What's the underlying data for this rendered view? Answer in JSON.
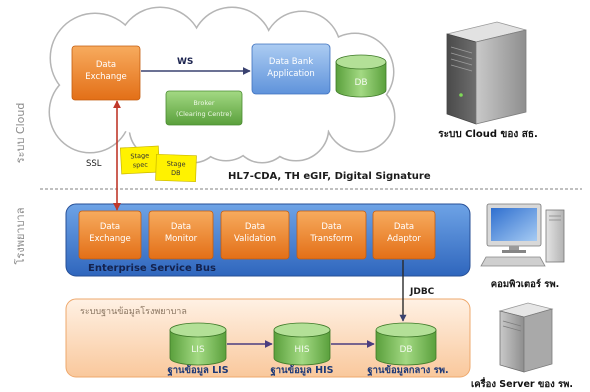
{
  "labels": {
    "cloud_zone": "ระบบ Cloud",
    "hospital_zone": "โรงพยาบาล"
  },
  "cloud": {
    "data_exchange": {
      "line1": "Data",
      "line2": "Exchange"
    },
    "ws": "WS",
    "data_bank_app": {
      "line1": "Data Bank",
      "line2": "Application"
    },
    "db": "DB",
    "broker": {
      "line1": "Broker",
      "line2": "(Clearing Centre)"
    },
    "server_caption": "ระบบ Cloud ของ สธ."
  },
  "link": {
    "ssl": "SSL",
    "notes": [
      {
        "line1": "Stage",
        "line2": "spec"
      },
      {
        "line1": "Stage",
        "line2": "DB"
      }
    ],
    "standards": "HL7-CDA, TH eGIF, Digital Signature"
  },
  "esb": {
    "title": "Enterprise Service Bus",
    "modules": [
      {
        "line1": "Data",
        "line2": "Exchange"
      },
      {
        "line1": "Data",
        "line2": "Monitor"
      },
      {
        "line1": "Data",
        "line2": "Validation"
      },
      {
        "line1": "Data",
        "line2": "Transform"
      },
      {
        "line1": "Data",
        "line2": "Adaptor"
      }
    ],
    "jdbc": "JDBC",
    "computer_caption": "คอมพิวเตอร์ รพ."
  },
  "hospital": {
    "title": "ระบบฐานข้อมูลโรงพยาบาล",
    "databases": [
      {
        "name": "LIS",
        "caption": "ฐานข้อมูล LIS"
      },
      {
        "name": "HIS",
        "caption": "ฐานข้อมูล HIS"
      },
      {
        "name": "DB",
        "caption": "ฐานข้อมูลกลาง รพ."
      }
    ],
    "server_caption": "เครื่อง Server ของ รพ."
  },
  "icons": {
    "cloud_server": "server-icon",
    "hospital_computer": "desktop-computer-icon",
    "hospital_server": "server-icon"
  },
  "colors": {
    "orange": "#e36f17",
    "esb_blue": "#2f66bd",
    "app_blue": "#5f93db",
    "db_green": "#5aa03c",
    "hospital_peach": "#f9c89c",
    "link_red": "#c0392b",
    "note_yellow": "#fff200"
  }
}
